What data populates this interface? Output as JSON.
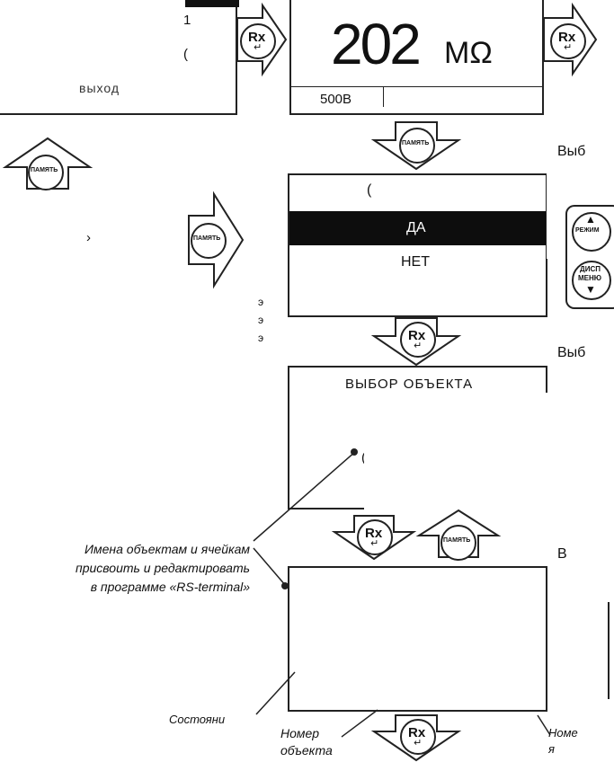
{
  "colors": {
    "ink": "#111111",
    "screen_border": "#222222",
    "highlight": "#0d0d0d",
    "highlight_text": "#ffffff"
  },
  "icons": {
    "rx": "rx-button-icon",
    "memory": "memory-button-icon",
    "mode": "mode-up-button-icon",
    "display_menu": "display-menu-down-button-icon"
  },
  "buttons": {
    "rx_label": "Rx",
    "memory_label": "ПАМЯТЬ",
    "mode_label": "РЕЖИМ",
    "display_label": "ДИСП",
    "menu_label": "МЕНЮ"
  },
  "screen_left": {
    "line1": "1",
    "line2": "(",
    "line3": "выход"
  },
  "screen_measure": {
    "value": "202",
    "unit": "MΩ",
    "voltage": "500В"
  },
  "screen_confirm": {
    "title": "(",
    "yes": "ДА",
    "no": "НЕТ"
  },
  "screen_object": {
    "title": "ВЫБОР ОБЪЕКТА",
    "mark": "("
  },
  "fragments": {
    "left_mid": "›",
    "right_top": "Выб",
    "right_mid": "Выб",
    "right_low": "В",
    "left_e1": "э",
    "left_e2": "э",
    "left_e3": "э",
    "bottom_right_top": "Номе",
    "bottom_right_low": "я",
    "bottom_left": "Состояни"
  },
  "annotations": {
    "names_line1": "Имена объектам и ячейкам",
    "names_line2": "присвоить и редактировать",
    "names_line3": "в программе «RS-terminal»",
    "object_number_1": "Номер",
    "object_number_2": "объекта"
  }
}
